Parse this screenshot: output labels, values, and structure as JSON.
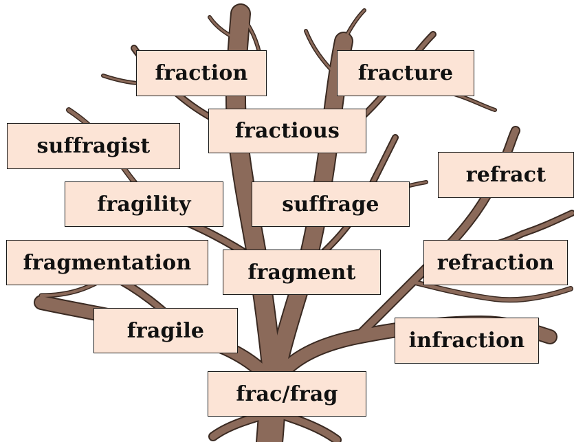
{
  "diagram": {
    "root": "frac/frag",
    "words": {
      "fraction": "fraction",
      "fracture": "fracture",
      "fractious": "fractious",
      "suffragist": "suffragist",
      "refract": "refract",
      "fragility": "fragility",
      "suffrage": "suffrage",
      "fragmentation": "fragmentation",
      "fragment": "fragment",
      "refraction": "refraction",
      "fragile": "fragile",
      "infraction": "infraction"
    }
  },
  "colors": {
    "box_fill": "#fce4d6",
    "box_border": "#1a1a1a",
    "tree_fill": "#8b6a5a",
    "tree_outline": "#3a2a22"
  }
}
